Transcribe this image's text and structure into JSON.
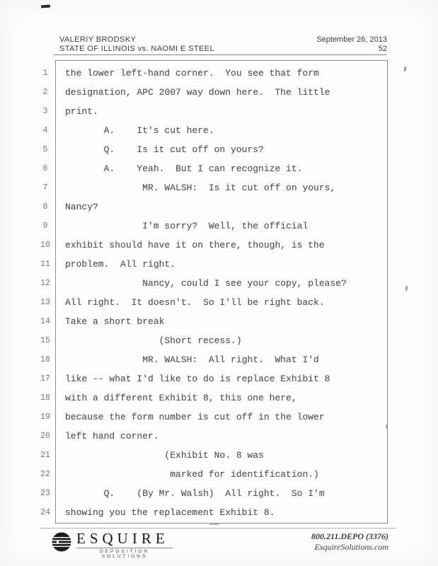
{
  "header": {
    "deponent": "VALERIY BRODSKY",
    "case_caption": "STATE OF ILLINOIS vs. NAOMI E STEEL",
    "date": "September 26, 2013",
    "page_number": "52"
  },
  "transcript": {
    "lines": [
      {
        "no": "1",
        "text": "the lower left-hand corner.  You see that form"
      },
      {
        "no": "2",
        "text": "designation, APC 2007 way down here.  The little"
      },
      {
        "no": "3",
        "text": "print."
      },
      {
        "no": "4",
        "text": "       A.    It's cut here."
      },
      {
        "no": "5",
        "text": "       Q.    Is it cut off on yours?"
      },
      {
        "no": "6",
        "text": "       A.    Yeah.  But I can recognize it."
      },
      {
        "no": "7",
        "text": "              MR. WALSH:  Is it cut off on yours,"
      },
      {
        "no": "8",
        "text": "Nancy?"
      },
      {
        "no": "9",
        "text": "              I'm sorry?  Well, the official"
      },
      {
        "no": "10",
        "text": "exhibit should have it on there, though, is the"
      },
      {
        "no": "11",
        "text": "problem.  All right."
      },
      {
        "no": "12",
        "text": "              Nancy, could I see your copy, please?"
      },
      {
        "no": "13",
        "text": "All right.  It doesn't.  So I'll be right back."
      },
      {
        "no": "14",
        "text": "Take a short break"
      },
      {
        "no": "15",
        "text": "                 (Short recess.)"
      },
      {
        "no": "16",
        "text": "              MR. WALSH:  All right.  What I'd"
      },
      {
        "no": "17",
        "text": "like -- what I'd like to do is replace Exhibit 8"
      },
      {
        "no": "18",
        "text": "with a different Exhibit 8, this one here,"
      },
      {
        "no": "19",
        "text": "because the form number is cut off in the lower"
      },
      {
        "no": "20",
        "text": "left hand corner."
      },
      {
        "no": "21",
        "text": "                  (Exhibit No. 8 was"
      },
      {
        "no": "22",
        "text": "                   marked for identification.)"
      },
      {
        "no": "23",
        "text": "       Q.    (By Mr. Walsh)  All right.  So I'm"
      },
      {
        "no": "24",
        "text": "showing you the replacement Exhibit 8."
      }
    ]
  },
  "footer": {
    "logo_text": "ESQUIRE",
    "logo_tagline": "DEPOSITION SOLUTIONS",
    "phone": "800.211.DEPO (3376)",
    "website": "EsquireSolutions.com"
  }
}
